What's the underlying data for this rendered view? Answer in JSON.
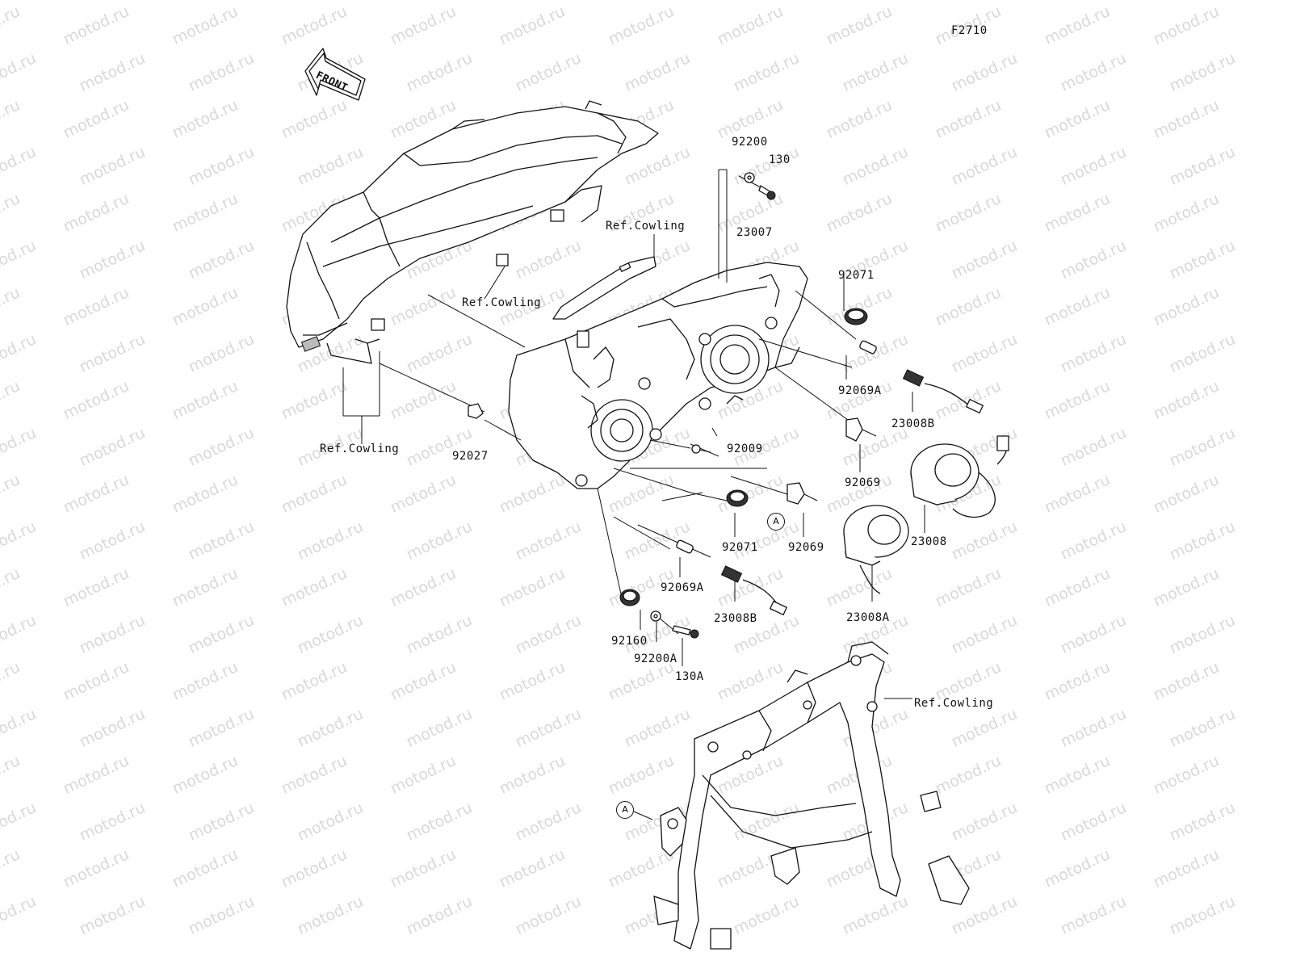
{
  "figure_code": "F2710",
  "front_arrow": {
    "text": "FRONT",
    "icon": "front-direction-arrow-icon"
  },
  "watermark": "motod.ru",
  "parts": {
    "p92200": "92200",
    "p130": "130",
    "p23007": "23007",
    "p92071_top": "92071",
    "p92069A_top": "92069A",
    "p23008B_top": "23008B",
    "p92069_right": "92069",
    "p92009": "92009",
    "p92027": "92027",
    "p23008": "23008",
    "p92071_mid": "92071",
    "p92069_mid": "92069",
    "p92069A_mid": "92069A",
    "p23008A": "23008A",
    "p23008B_mid": "23008B",
    "p92160": "92160",
    "p92200A": "92200A",
    "p130A": "130A"
  },
  "refs": {
    "cowling_1": "Ref.Cowling",
    "cowling_2": "Ref.Cowling",
    "cowling_3": "Ref.Cowling",
    "cowling_4": "Ref.Cowling"
  },
  "callouts": {
    "a1": "A",
    "a2": "A"
  }
}
